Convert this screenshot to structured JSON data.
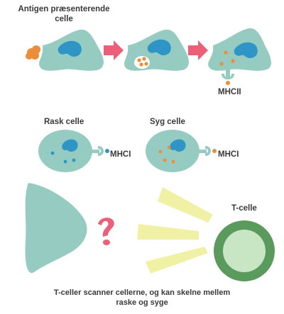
{
  "labels": {
    "apc": "Antigen præsenterende celle",
    "mhc2": "MHCII",
    "healthy_cell": "Rask celle",
    "sick_cell": "Syg celle",
    "mhc1_healthy": "MHCI",
    "mhc1_sick": "MHCI",
    "t_cell": "T-celle",
    "caption": "T-celler scanner cellerne, og kan skelne mellem raske og syge"
  },
  "colors": {
    "cell_body": "#96cbc2",
    "nucleus": "#2f95c4",
    "antigen": "#ec8d3a",
    "arrow": "#ec5f79",
    "question_mark": "#ec5f79",
    "scan_beam": "#f1f1a6",
    "t_cell_outer": "#5a9a5c",
    "t_cell_inner": "#c9e6c4",
    "text": "#3a3a3a"
  },
  "icons": [
    "antigen-blob-icon",
    "arrow-right-icon",
    "question-mark-icon",
    "receptor-icon"
  ]
}
